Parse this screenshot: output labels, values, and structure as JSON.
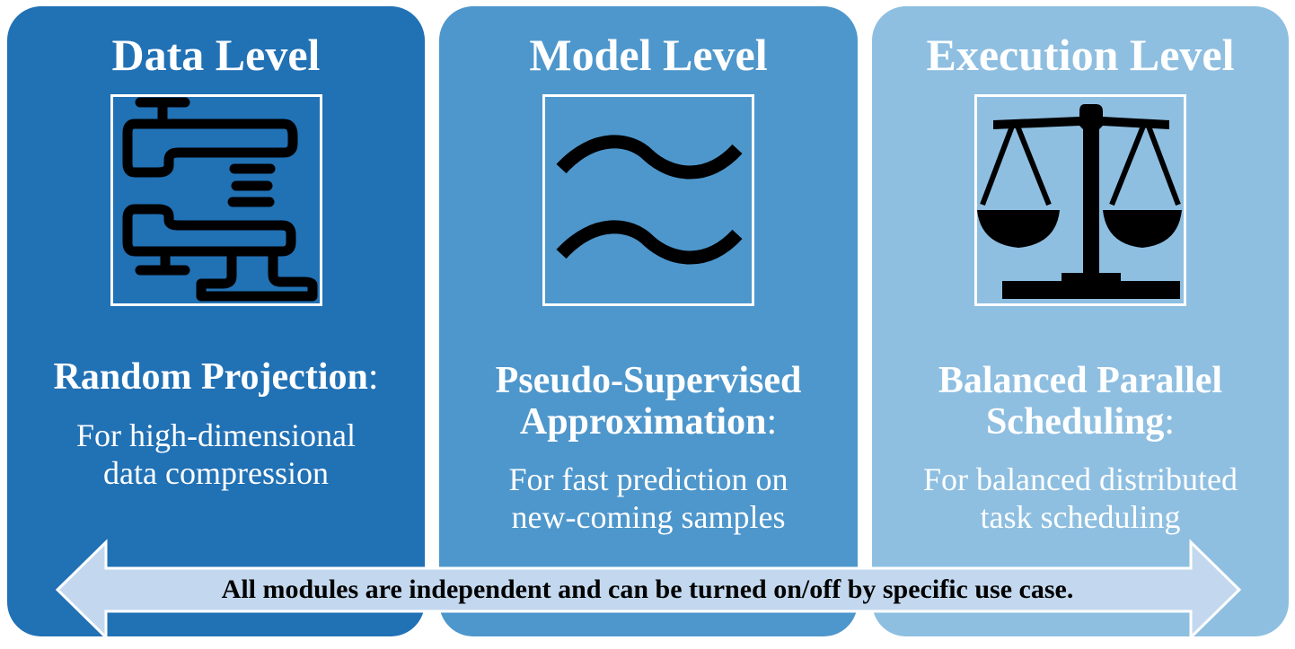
{
  "colors": {
    "panel_data": "#2171b5",
    "panel_model": "#4e97cc",
    "panel_execution": "#8ebfe1",
    "arrow_fill": "#c3d8ee",
    "arrow_stroke": "#ffffff"
  },
  "panels": [
    {
      "title": "Data Level",
      "icon": "vise-clamp-icon",
      "name_lines": [
        "Random Projection"
      ],
      "desc_lines": [
        "For high-dimensional",
        "data compression"
      ]
    },
    {
      "title": "Model Level",
      "icon": "approximately-equal-icon",
      "name_lines": [
        "Pseudo-Supervised",
        "Approximation"
      ],
      "desc_lines": [
        "For fast prediction on",
        "new-coming samples"
      ]
    },
    {
      "title": "Execution Level",
      "icon": "balance-scale-icon",
      "name_lines": [
        "Balanced Parallel",
        "Scheduling"
      ],
      "desc_lines": [
        "For balanced distributed",
        "task scheduling"
      ]
    }
  ],
  "colon": ":",
  "arrow_label": "All modules are independent and can be turned on/off by specific use case."
}
